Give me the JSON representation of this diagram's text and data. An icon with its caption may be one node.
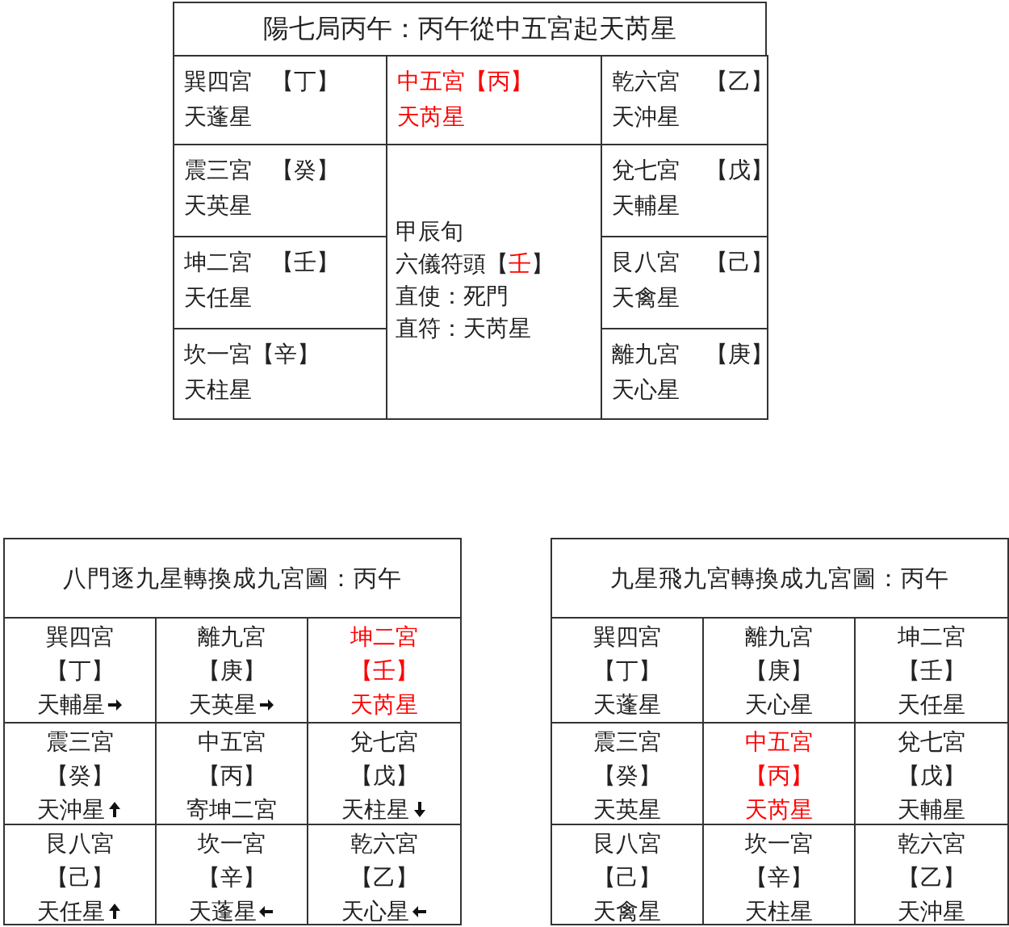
{
  "diagram": {
    "nodes": [
      {
        "text": [
          "陽七局丙午：丙午從中五宮起天芮星"
        ]
      },
      {
        "text": [
          "巽四宮",
          "【丁】",
          "天蓬星"
        ]
      },
      {
        "text": [
          "中五宮",
          "【丙】",
          "天芮星"
        ]
      },
      {
        "text": [
          "乾六宮",
          "【乙】",
          "天沖星"
        ]
      },
      {
        "text": [
          "震三宮",
          "【癸】",
          "天英星"
        ]
      },
      {
        "text": [
          "甲辰旬",
          "六儀符頭【壬】",
          "直使：死門",
          "直符：天芮星"
        ]
      },
      {
        "text": [
          "兌七宮",
          "【戊】",
          "天輔星"
        ]
      },
      {
        "text": [
          "坤二宮",
          "【壬】",
          "天任星"
        ]
      },
      {
        "text": [
          "艮八宮",
          "【己】",
          "天禽星"
        ]
      },
      {
        "text": [
          "坎一宮",
          "【辛】",
          "天柱星"
        ]
      },
      {
        "text": [
          "離九宮",
          "【庚】",
          "天心星"
        ]
      },
      {
        "text": [
          "八門逐九星轉換成九宮圖：丙午"
        ]
      },
      {
        "text": [
          "巽四宮",
          "【丁】",
          "天輔星"
        ]
      },
      {
        "text": [
          "離九宮",
          "【庚】",
          "天英星"
        ]
      },
      {
        "text": [
          "坤二宮",
          "【壬】",
          "天芮星"
        ]
      },
      {
        "text": [
          "震三宮",
          "【癸】",
          "天沖星"
        ]
      },
      {
        "text": [
          "中五宮",
          "【丙】",
          "寄坤二宮"
        ]
      },
      {
        "text": [
          "兌七宮",
          "【戊】",
          "天柱星"
        ]
      },
      {
        "text": [
          "艮八宮",
          "【己】",
          "天任星"
        ]
      },
      {
        "text": [
          "坎一宮",
          "【辛】",
          "天蓬星"
        ]
      },
      {
        "text": [
          "乾六宮",
          "【乙】",
          "天心星"
        ]
      },
      {
        "text": [
          "九星飛九宮轉換成九宮圖：丙午"
        ]
      },
      {
        "text": [
          "巽四宮",
          "【丁】",
          "天蓬星"
        ]
      },
      {
        "text": [
          "離九宮",
          "【庚】",
          "天心星"
        ]
      },
      {
        "text": [
          "坤二宮",
          "【壬】",
          "天任星"
        ]
      },
      {
        "text": [
          "震三宮",
          "【癸】",
          "天英星"
        ]
      },
      {
        "text": [
          "中五宮",
          "【丙】",
          "天芮星"
        ]
      },
      {
        "text": [
          "兌七宮",
          "【戊】",
          "天輔星"
        ]
      },
      {
        "text": [
          "艮八宮",
          "【己】",
          "天禽星"
        ]
      },
      {
        "text": [
          "坎一宮",
          "【辛】",
          "天柱星"
        ]
      },
      {
        "text": [
          "乾六宮",
          "【乙】",
          "天沖星"
        ]
      }
    ]
  }
}
